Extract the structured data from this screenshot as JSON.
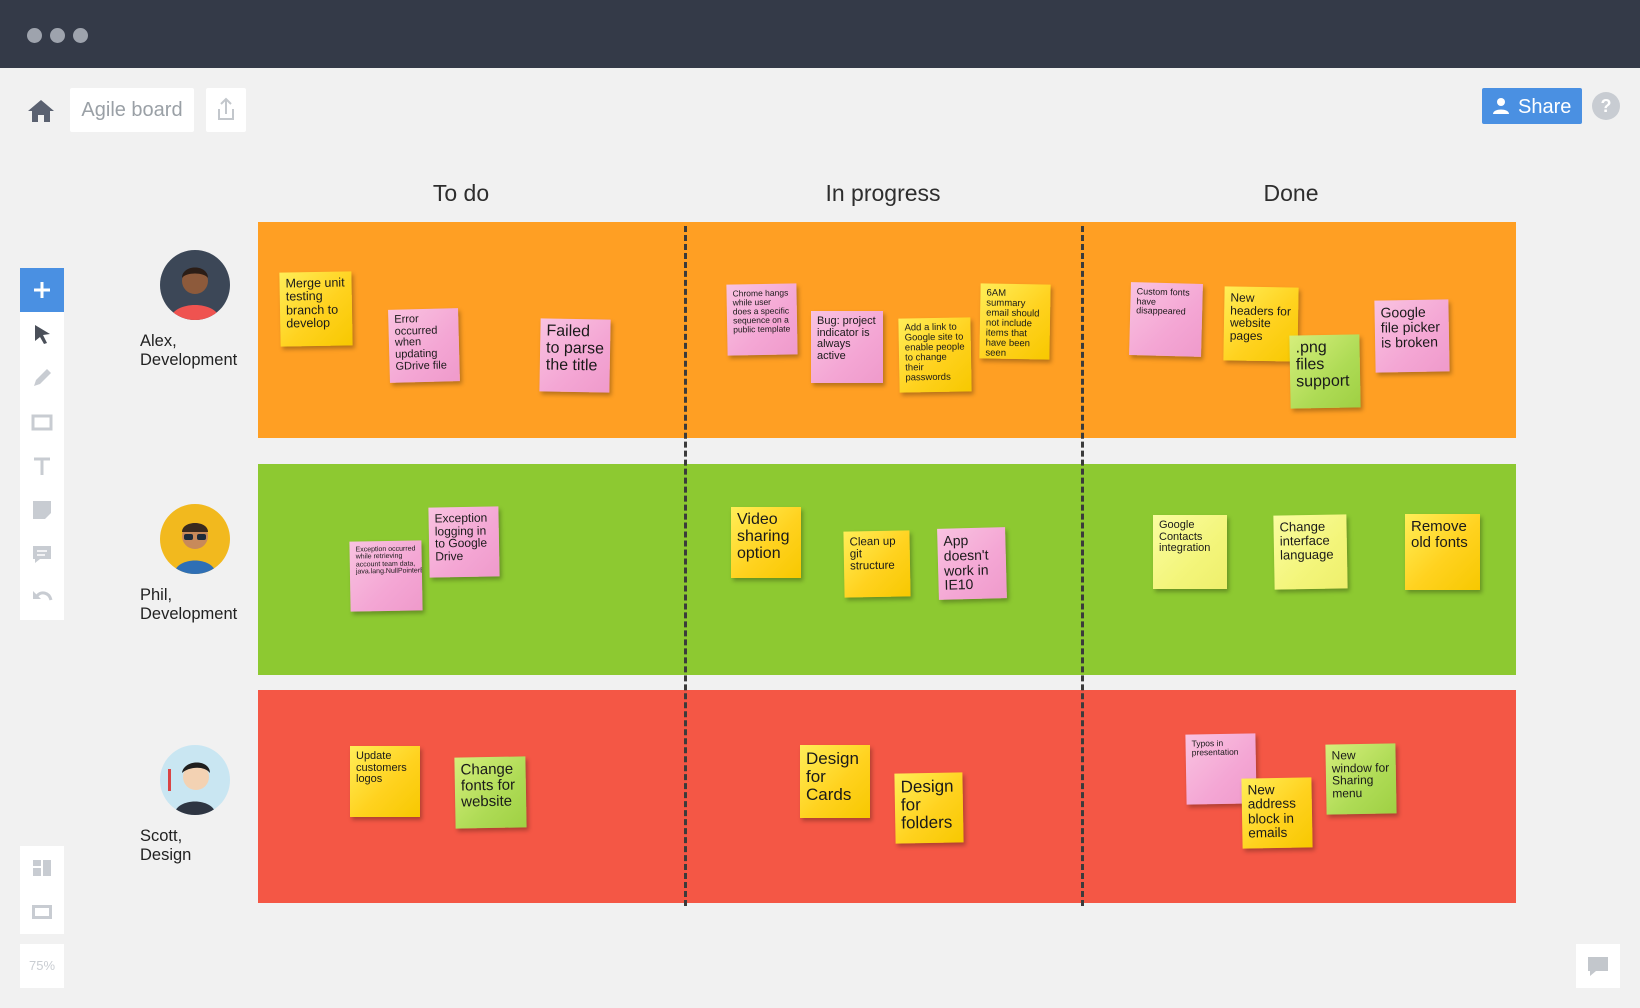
{
  "board": {
    "title": "Agile board"
  },
  "header": {
    "share_label": "Share",
    "help_label": "?"
  },
  "zoom": "75%",
  "columns": [
    "To do",
    "In progress",
    "Done"
  ],
  "lanes": [
    {
      "person": "Alex,\nDevelopment",
      "color": "#ff9f23"
    },
    {
      "person": "Phil,\nDevelopment",
      "color": "#8dc931"
    },
    {
      "person": "Scott,\nDesign",
      "color": "#f45745"
    }
  ],
  "notes": [
    "Merge unit testing branch to develop",
    "Error occurred when updating GDrive file",
    "Failed to parse the title",
    "Chrome hangs while user does a specific sequence on a public template",
    "Bug: project indicator is always active",
    "Add a link to Google site to enable people to change their passwords",
    "6AM summary email should not include items that have been seen",
    "Custom fonts have disappeared",
    "New headers for website pages",
    ".png files support",
    "Google file picker is broken",
    "Exception logging in to Google Drive",
    "Exception occurred while retrieving account team data, java.lang.NullPointerException",
    "Video sharing option",
    "Clean up git structure",
    "App doesn't work in IE10",
    "Google Contacts integration",
    "Change interface language",
    "Remove old fonts",
    "Update customers logos",
    "Change fonts for website",
    "Design for Cards",
    "Design for folders",
    "Typos in presentation",
    "New address block in emails",
    "New window for Sharing menu"
  ],
  "icons": {
    "home": "home-icon",
    "export": "export-icon",
    "share": "user-icon",
    "tools": [
      "plus-icon",
      "cursor-icon",
      "pen-icon",
      "rectangle-icon",
      "text-icon",
      "sticky-note-icon",
      "comment-icon",
      "undo-icon"
    ],
    "bottom_tools": [
      "layout-icon",
      "fit-screen-icon"
    ],
    "chat": "chat-icon"
  }
}
